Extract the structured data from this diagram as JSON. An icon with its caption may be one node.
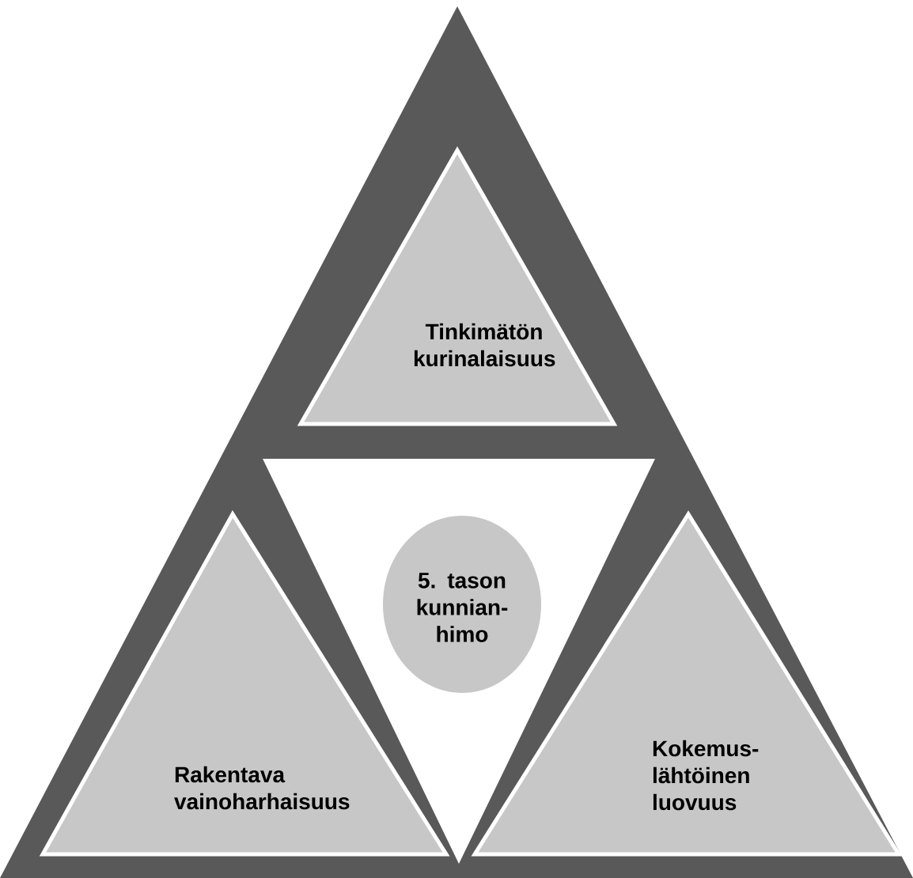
{
  "diagram": {
    "nodes": [
      {
        "text": [
          "Tinkimätön kurinalaisuus"
        ]
      },
      {
        "text": [
          "5. tason kunnian-himo"
        ]
      },
      {
        "text": [
          "Rakentava vainoharhaisuus"
        ]
      },
      {
        "text": [
          "Kokemus-lähtöinen luovuus"
        ]
      }
    ]
  }
}
